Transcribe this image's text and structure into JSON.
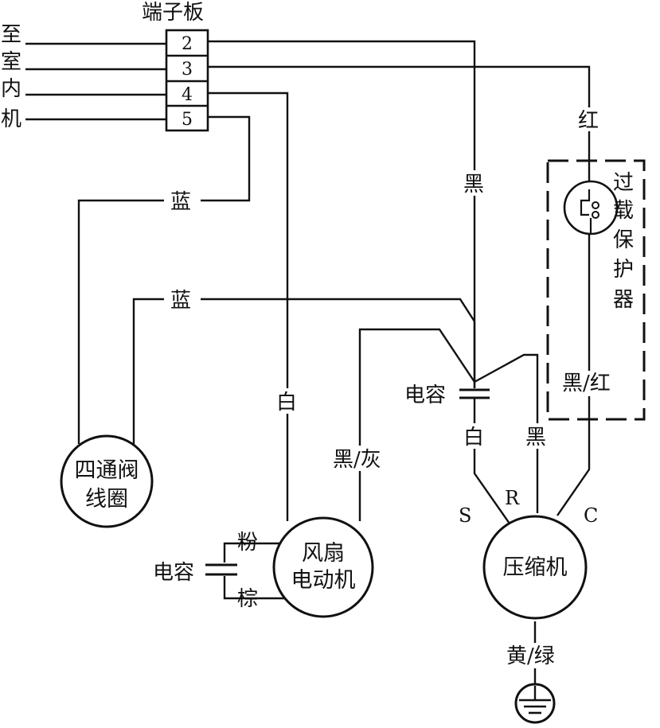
{
  "terminal_board": {
    "title": "端子板",
    "terminals": [
      "2",
      "3",
      "4",
      "5"
    ]
  },
  "indoor_side_label": [
    "至",
    "室",
    "内",
    "机"
  ],
  "wire_labels": {
    "blue_top": "蓝",
    "blue_mid": "蓝",
    "black_from_2": "黑",
    "red_from_3": "红",
    "white_fan": "白",
    "black_grey": "黑/灰",
    "black_red": "黑/红",
    "white_s": "白",
    "black_r": "黑",
    "yellow_green": "黄/绿",
    "pink": "粉",
    "brown": "棕"
  },
  "components": {
    "four_way_valve": [
      "四通阀",
      "线圈"
    ],
    "fan_motor": [
      "风扇",
      "电动机"
    ],
    "compressor": "压缩机",
    "compressor_capacitor": "电容",
    "fan_capacitor": "电容",
    "overload_protector": [
      "过",
      "载",
      "保",
      "护",
      "器"
    ]
  },
  "compressor_terminals": {
    "s": "S",
    "r": "R",
    "c": "C"
  }
}
